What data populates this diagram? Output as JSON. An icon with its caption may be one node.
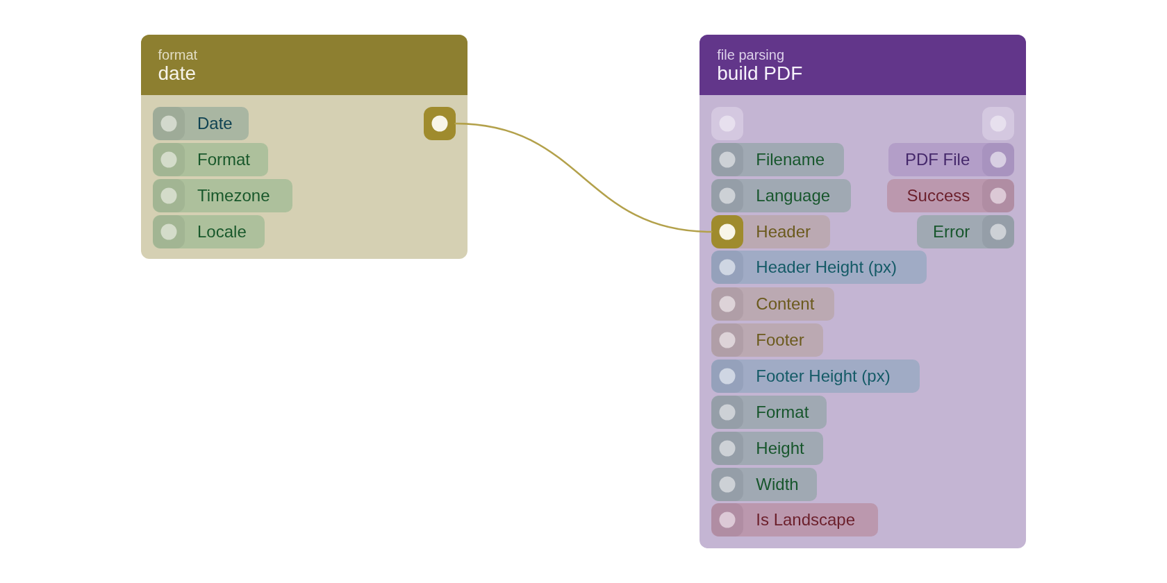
{
  "diagram": {
    "nodes": [
      {
        "text": [
          "format",
          "date"
        ]
      },
      {
        "text": [
          "Date"
        ],
        "in": 0
      },
      {
        "text": [],
        "shape": "box",
        "in": 0
      },
      {
        "text": [
          "Format"
        ],
        "in": 0
      },
      {
        "text": [
          "Timezone"
        ],
        "in": 0
      },
      {
        "text": [
          "Locale"
        ],
        "in": 0
      },
      {
        "text": [
          "file parsing",
          "build PDF"
        ]
      },
      {
        "text": [],
        "shape": "box",
        "in": 6
      },
      {
        "text": [],
        "shape": "box",
        "in": 6
      },
      {
        "text": [
          "Filename"
        ],
        "in": 6
      },
      {
        "text": [
          "PDF File"
        ],
        "in": 6
      },
      {
        "text": [
          "Language"
        ],
        "in": 6
      },
      {
        "text": [
          "Success"
        ],
        "in": 6
      },
      {
        "text": [
          "Header"
        ],
        "in": 6
      },
      {
        "text": [
          "Error"
        ],
        "in": 6
      },
      {
        "text": [
          "Header Height (px)"
        ],
        "in": 6
      },
      {
        "text": [
          "Content"
        ],
        "in": 6
      },
      {
        "text": [
          "Footer"
        ],
        "in": 6
      },
      {
        "text": [
          "Footer Height (px)"
        ],
        "in": 6
      },
      {
        "text": [
          "Format"
        ],
        "in": 6
      },
      {
        "text": [
          "Height"
        ],
        "in": 6
      },
      {
        "text": [
          "Width"
        ],
        "in": 6
      },
      {
        "text": [
          "Is Landscape"
        ],
        "in": 6
      }
    ],
    "edges": [
      {
        "from": 2,
        "to": 13,
        "arrow": "none"
      }
    ]
  }
}
